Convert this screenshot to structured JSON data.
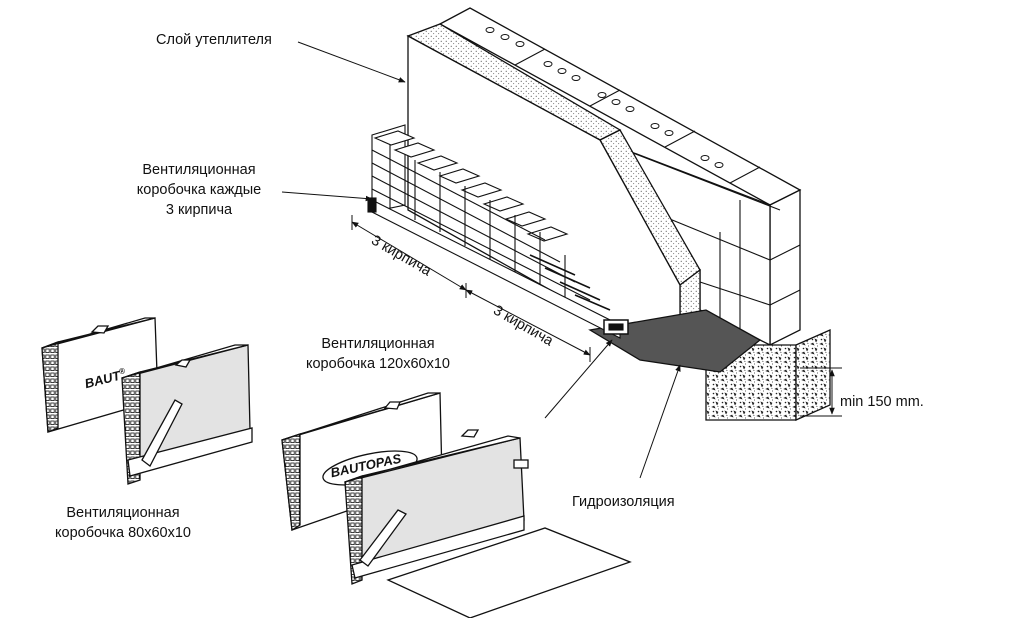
{
  "labels": {
    "insulation": "Слой утеплителя",
    "vent_every_line1": "Вентиляционная",
    "vent_every_line2": "коробочка каждые",
    "vent_every_line3": "3 кирпича",
    "three_bricks_1": "3 кирпича",
    "three_bricks_2": "3 кирпича",
    "vent_120_line1": "Вентиляционная",
    "vent_120_line2": "коробочка 120x60x10",
    "vent_80_line1": "Вентиляционная",
    "vent_80_line2": "коробочка 80x60x10",
    "waterproofing": "Гидроизоляция",
    "min_height": "min 150 mm."
  },
  "brands": {
    "small_box": "BAUT",
    "small_box_mark": "®",
    "large_box": "BAUTOPAS"
  },
  "colors": {
    "line": "#111111",
    "membrane": "#555555",
    "insulation_fill": "#f2f2f2",
    "box_fill": "#ffffff",
    "box_inner": "#d9d9d9"
  }
}
